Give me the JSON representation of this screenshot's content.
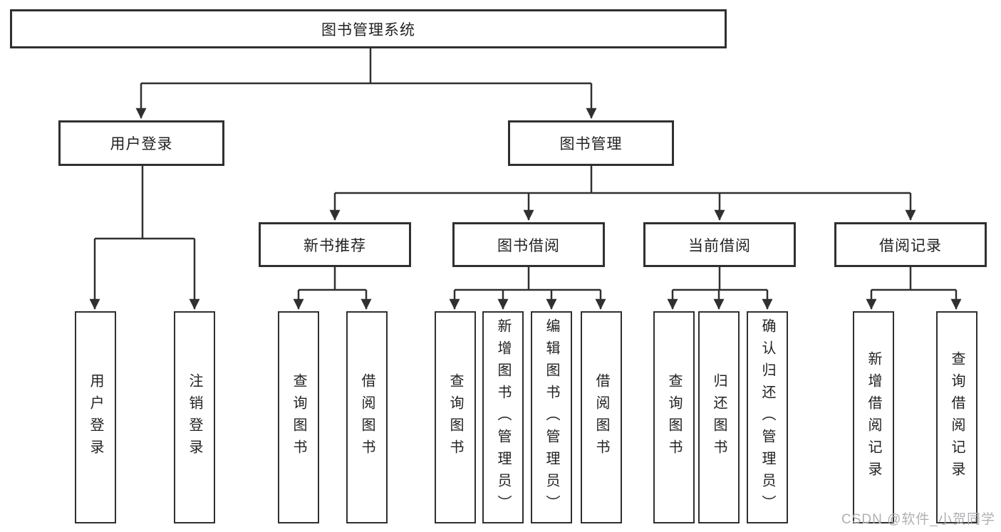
{
  "diagram": {
    "root": {
      "label": "图书管理系统"
    },
    "level2": [
      {
        "label": "用户登录"
      },
      {
        "label": "图书管理"
      }
    ],
    "level3": [
      {
        "label": "新书推荐"
      },
      {
        "label": "图书借阅"
      },
      {
        "label": "当前借阅"
      },
      {
        "label": "借阅记录"
      }
    ],
    "leaves": [
      "用户登录",
      "注销登录",
      "查询图书",
      "借阅图书",
      "查询图书",
      "新增图书（管理员）",
      "编辑图书（管理员）",
      "借阅图书",
      "查询图书",
      "归还图书",
      "确认归还（管理员）",
      "新增借阅记录",
      "查询借阅记录"
    ],
    "colors": {
      "line": "#303030",
      "text": "#222222",
      "background": "#ffffff",
      "watermark": "#b0b0b4"
    }
  },
  "watermark": {
    "text": "CSDN @软件_小贺同学"
  }
}
